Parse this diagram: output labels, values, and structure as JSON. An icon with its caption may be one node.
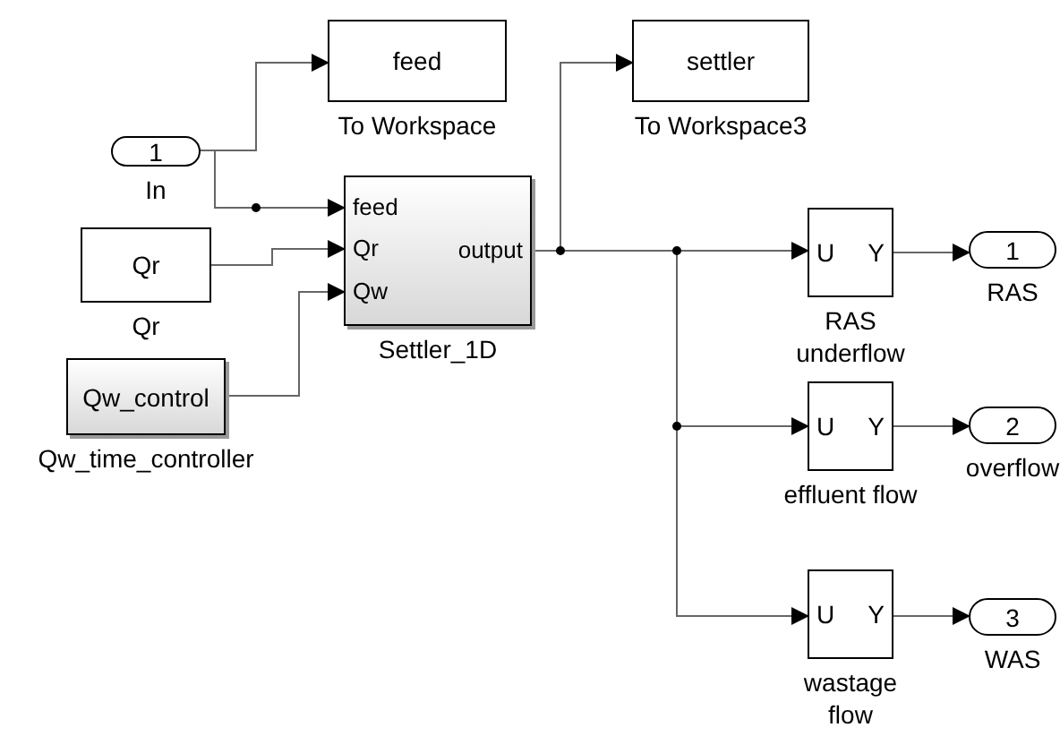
{
  "diagram": {
    "nodes": [
      {
        "text": [
          "1"
        ],
        "beside": [
          "In"
        ]
      },
      {
        "text": [
          "feed"
        ],
        "beside": [
          "To Workspace"
        ]
      },
      {
        "text": [
          "Qr"
        ],
        "beside": [
          "Qr"
        ]
      },
      {
        "text": [
          "Qw_control"
        ],
        "beside": [
          "Qw_time_controller"
        ]
      },
      {
        "text": [
          "feed",
          "Qr",
          "Qw",
          "output"
        ],
        "beside": [
          "Settler_1D"
        ]
      },
      {
        "text": [
          "settler"
        ],
        "beside": [
          "To Workspace3"
        ]
      },
      {
        "text": [
          "U",
          "Y"
        ],
        "beside": [
          "RAS underflow"
        ]
      },
      {
        "text": [
          "U",
          "Y"
        ],
        "beside": [
          "effluent flow"
        ]
      },
      {
        "text": [
          "U",
          "Y"
        ],
        "beside": [
          "wastage flow"
        ]
      },
      {
        "text": [
          "1"
        ],
        "beside": [
          "RAS"
        ]
      },
      {
        "text": [
          "2"
        ],
        "beside": [
          "overflow"
        ]
      },
      {
        "text": [
          "3"
        ],
        "beside": [
          "WAS"
        ]
      }
    ],
    "edges": [
      {
        "from": 0,
        "to": 4,
        "arrow": "to"
      },
      {
        "from": 0,
        "to": 1,
        "arrow": "to"
      },
      {
        "from": 2,
        "to": 4,
        "arrow": "to"
      },
      {
        "from": 3,
        "to": 4,
        "arrow": "to"
      },
      {
        "from": 4,
        "to": 5,
        "arrow": "to"
      },
      {
        "from": 4,
        "to": 6,
        "arrow": "to"
      },
      {
        "from": 4,
        "to": 7,
        "arrow": "to"
      },
      {
        "from": 4,
        "to": 8,
        "arrow": "to"
      },
      {
        "from": 6,
        "to": 9,
        "arrow": "to"
      },
      {
        "from": 7,
        "to": 10,
        "arrow": "to"
      },
      {
        "from": 8,
        "to": 11,
        "arrow": "to"
      }
    ]
  }
}
